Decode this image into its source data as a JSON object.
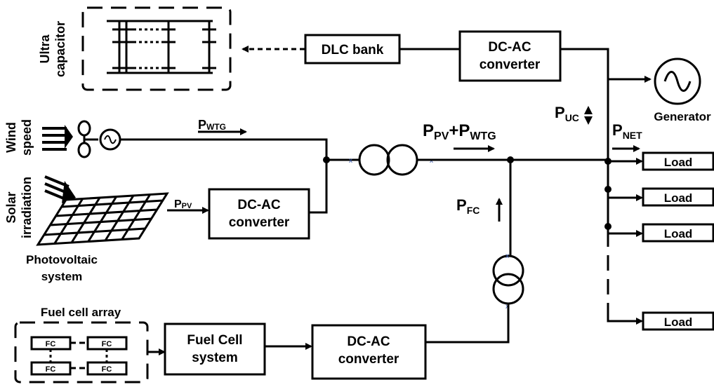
{
  "labels": {
    "ultra_capacitor_line1": "Ultra",
    "ultra_capacitor_line2": "capacitor",
    "dlc_bank": "DLC bank",
    "dcac_top_line1": "DC-AC",
    "dcac_top_line2": "converter",
    "generator": "Generator",
    "wind_speed_line1": "Wind",
    "wind_speed_line2": "speed",
    "solar_line1": "Solar",
    "solar_line2": "irradiation",
    "pv_system_line1": "Photovoltaic",
    "pv_system_line2": "system",
    "dcac_mid_line1": "DC-AC",
    "dcac_mid_line2": "converter",
    "fuel_cell_array": "Fuel cell array",
    "fuel_cell_system_line1": "Fuel Cell",
    "fuel_cell_system_line2": "system",
    "dcac_bottom_line1": "DC-AC",
    "dcac_bottom_line2": "converter",
    "fc_cell": "FC",
    "load": "Load"
  },
  "power_labels": {
    "p_main": "P",
    "wtg_sub": "WTG",
    "pv_sub": "PV",
    "uc_sub": "UC",
    "net_sub": "NET",
    "fc_sub": "FC",
    "plus": "+"
  },
  "loads_count": 4
}
